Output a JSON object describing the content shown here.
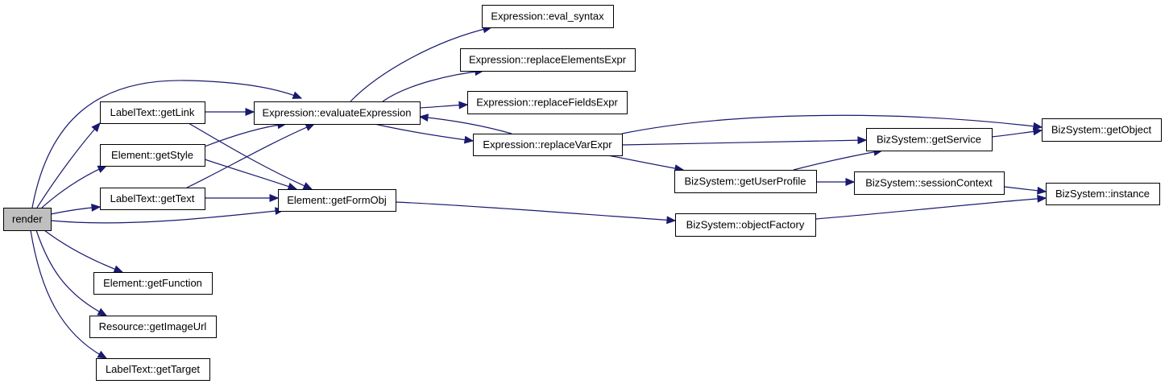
{
  "graph": {
    "nodes": [
      {
        "id": "render",
        "label": "render",
        "root": true
      },
      {
        "id": "getLink",
        "label": "LabelText::getLink"
      },
      {
        "id": "getStyle",
        "label": "Element::getStyle"
      },
      {
        "id": "getText",
        "label": "LabelText::getText"
      },
      {
        "id": "getFunction",
        "label": "Element::getFunction"
      },
      {
        "id": "getImageUrl",
        "label": "Resource::getImageUrl"
      },
      {
        "id": "getTarget",
        "label": "LabelText::getTarget"
      },
      {
        "id": "evaluateExpression",
        "label": "Expression::evaluateExpression"
      },
      {
        "id": "getFormObj",
        "label": "Element::getFormObj"
      },
      {
        "id": "eval_syntax",
        "label": "Expression::eval_syntax"
      },
      {
        "id": "replaceElementsExpr",
        "label": "Expression::replaceElementsExpr"
      },
      {
        "id": "replaceFieldsExpr",
        "label": "Expression::replaceFieldsExpr"
      },
      {
        "id": "replaceVarExpr",
        "label": "Expression::replaceVarExpr"
      },
      {
        "id": "getUserProfile",
        "label": "BizSystem::getUserProfile"
      },
      {
        "id": "objectFactory",
        "label": "BizSystem::objectFactory"
      },
      {
        "id": "getService",
        "label": "BizSystem::getService"
      },
      {
        "id": "sessionContext",
        "label": "BizSystem::sessionContext"
      },
      {
        "id": "getObject",
        "label": "BizSystem::getObject"
      },
      {
        "id": "instance",
        "label": "BizSystem::instance"
      }
    ],
    "edges": [
      {
        "from": "render",
        "to": "evaluateExpression"
      },
      {
        "from": "render",
        "to": "getLink"
      },
      {
        "from": "render",
        "to": "getStyle"
      },
      {
        "from": "render",
        "to": "getText"
      },
      {
        "from": "render",
        "to": "getFormObj"
      },
      {
        "from": "render",
        "to": "getFunction"
      },
      {
        "from": "render",
        "to": "getImageUrl"
      },
      {
        "from": "render",
        "to": "getTarget"
      },
      {
        "from": "getLink",
        "to": "evaluateExpression"
      },
      {
        "from": "getLink",
        "to": "getFormObj"
      },
      {
        "from": "getStyle",
        "to": "evaluateExpression"
      },
      {
        "from": "getStyle",
        "to": "getFormObj"
      },
      {
        "from": "getText",
        "to": "evaluateExpression"
      },
      {
        "from": "getText",
        "to": "getFormObj"
      },
      {
        "from": "evaluateExpression",
        "to": "eval_syntax"
      },
      {
        "from": "evaluateExpression",
        "to": "replaceElementsExpr"
      },
      {
        "from": "evaluateExpression",
        "to": "replaceFieldsExpr"
      },
      {
        "from": "evaluateExpression",
        "to": "replaceVarExpr"
      },
      {
        "from": "replaceVarExpr",
        "to": "evaluateExpression"
      },
      {
        "from": "replaceVarExpr",
        "to": "getObject"
      },
      {
        "from": "replaceVarExpr",
        "to": "getService"
      },
      {
        "from": "replaceVarExpr",
        "to": "getUserProfile"
      },
      {
        "from": "getFormObj",
        "to": "objectFactory"
      },
      {
        "from": "getUserProfile",
        "to": "getService"
      },
      {
        "from": "getUserProfile",
        "to": "sessionContext"
      },
      {
        "from": "getService",
        "to": "getObject"
      },
      {
        "from": "sessionContext",
        "to": "instance"
      },
      {
        "from": "objectFactory",
        "to": "instance"
      }
    ],
    "colors": {
      "edge": "#191970",
      "root_fill": "#bfbfbf",
      "node_fill": "#ffffff",
      "node_border": "#000000"
    }
  }
}
